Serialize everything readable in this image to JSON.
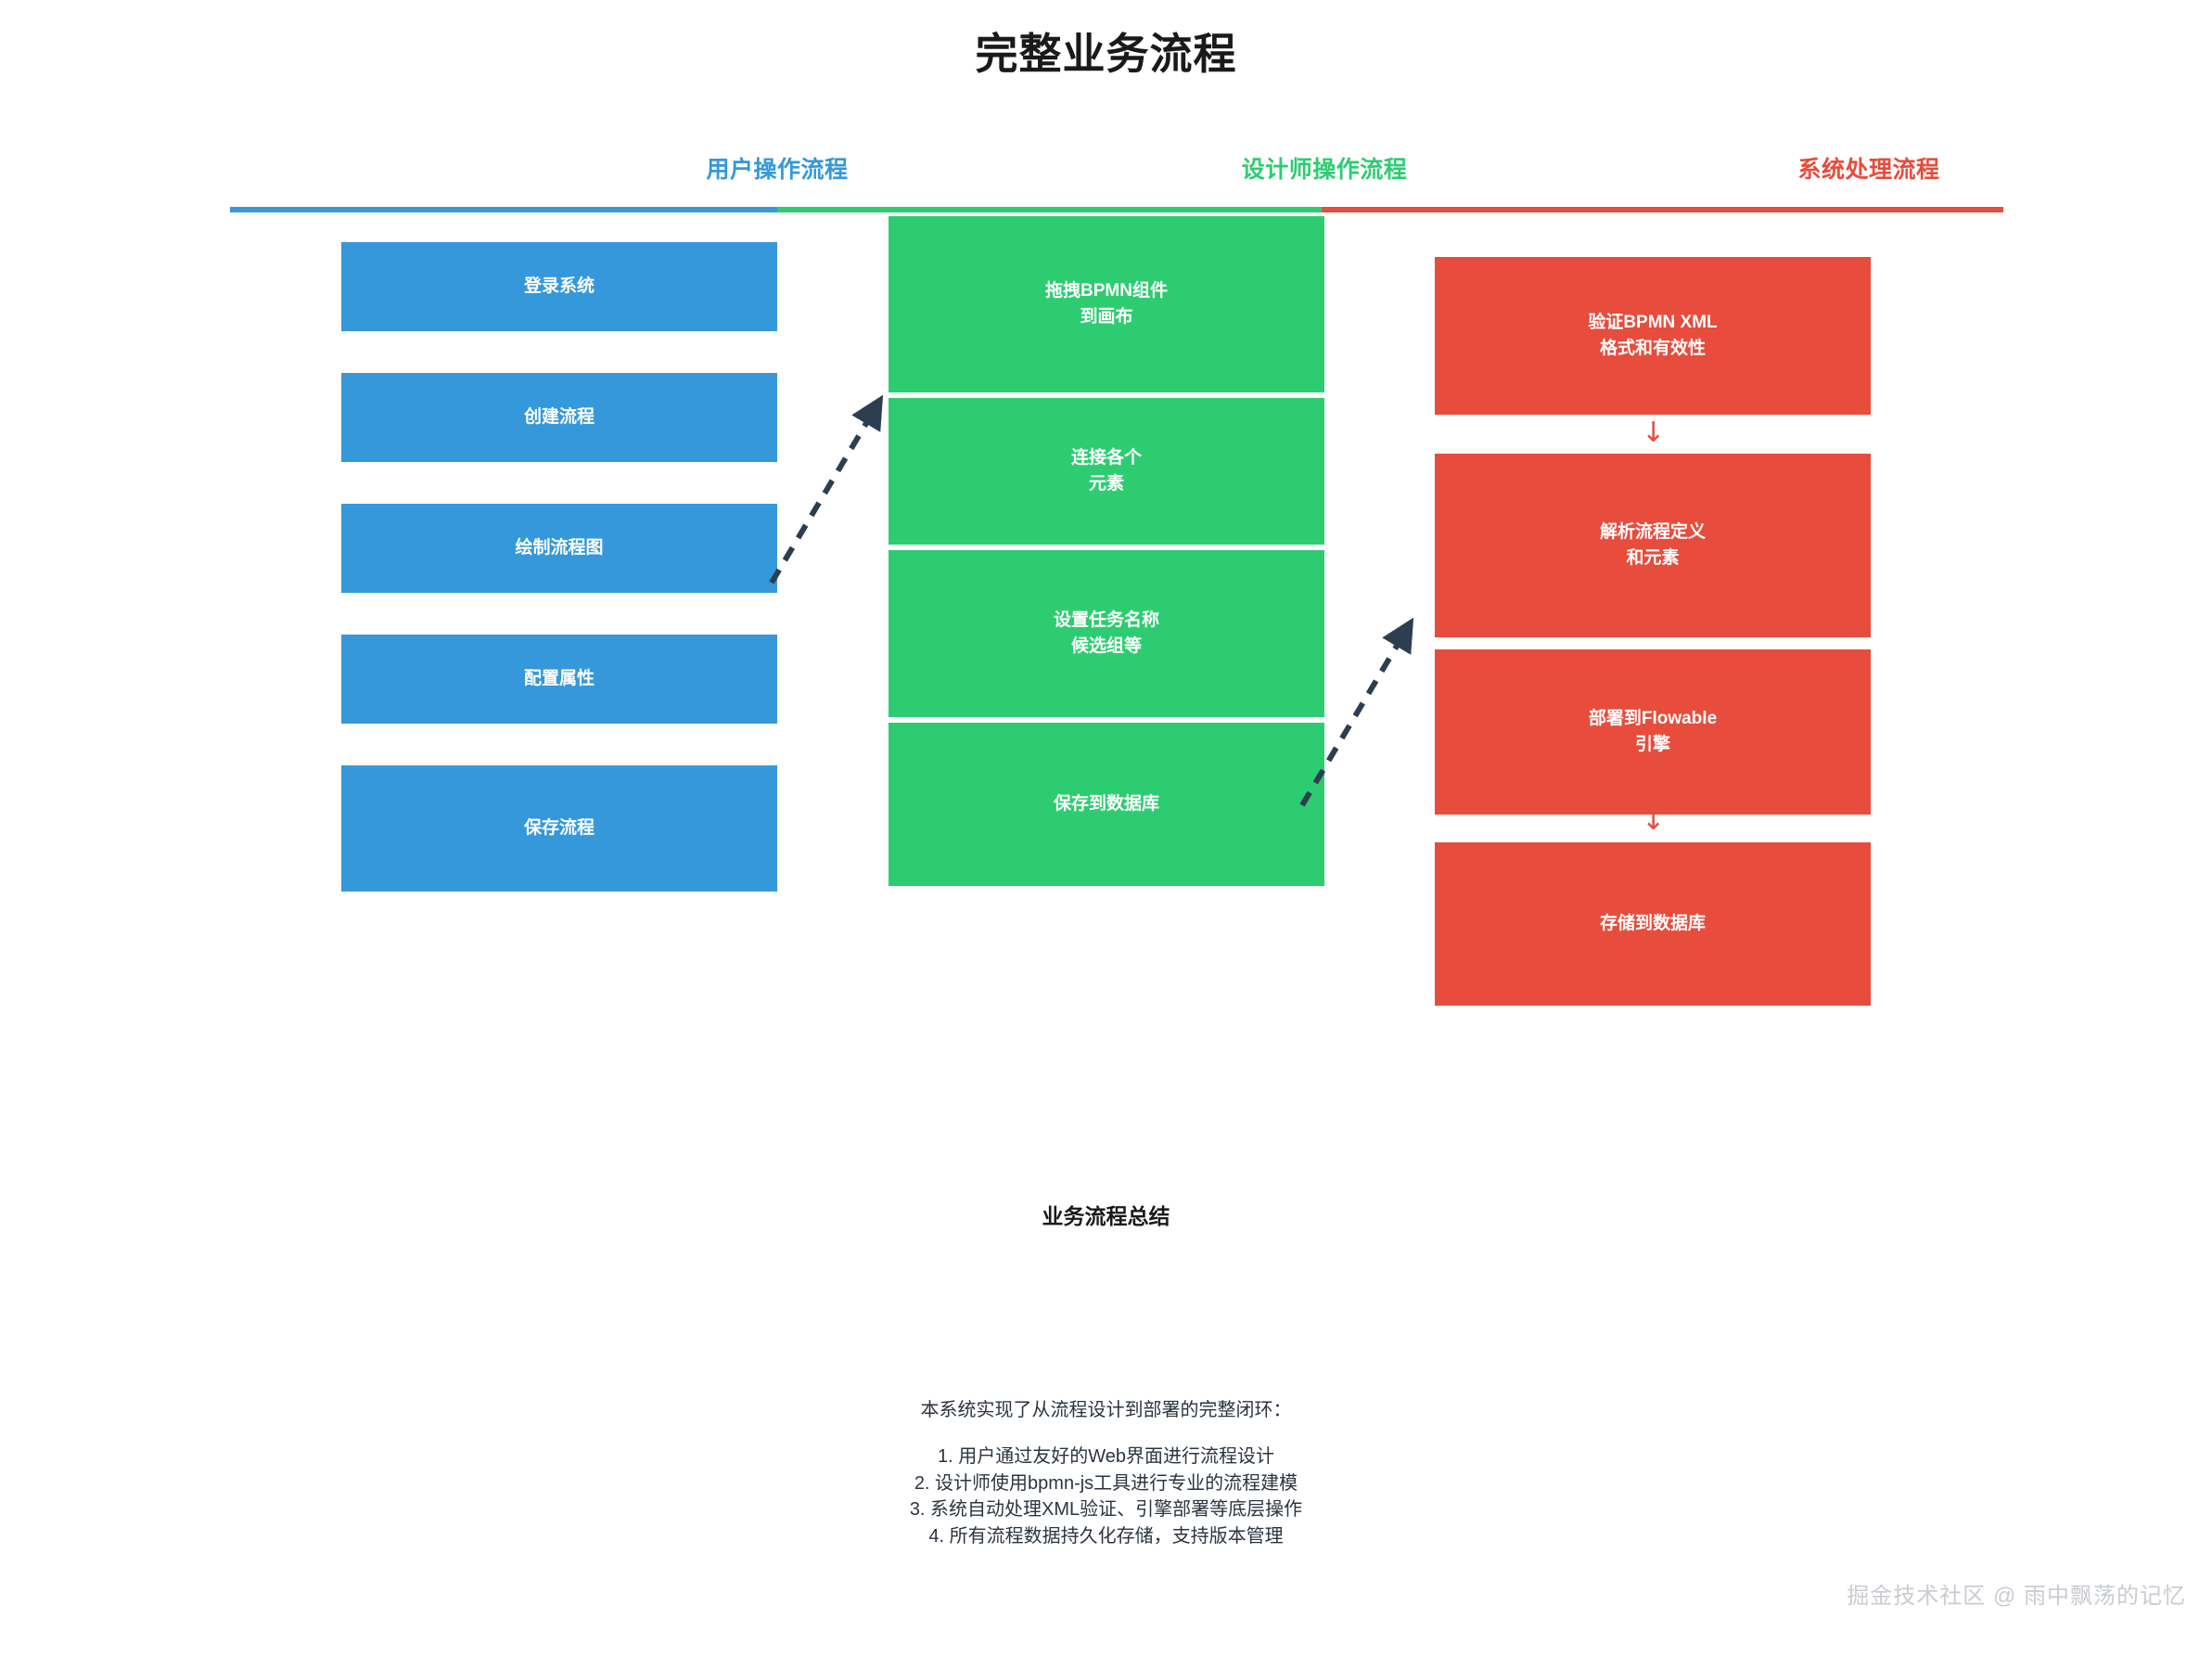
{
  "title": "完整业务流程",
  "columns": [
    {
      "header": "用户操作流程",
      "color": "#3498db",
      "boxes": [
        {
          "line1": "登录系统",
          "line2": ""
        },
        {
          "line1": "创建流程",
          "line2": ""
        },
        {
          "line1": "绘制流程图",
          "line2": ""
        },
        {
          "line1": "配置属性",
          "line2": ""
        },
        {
          "line1": "保存流程",
          "line2": ""
        }
      ]
    },
    {
      "header": "设计师操作流程",
      "color": "#2ecc71",
      "boxes": [
        {
          "line1": "拖拽BPMN组件",
          "line2": "到画布"
        },
        {
          "line1": "连接各个",
          "line2": "元素"
        },
        {
          "line1": "设置任务名称",
          "line2": "候选组等"
        },
        {
          "line1": "保存到数据库",
          "line2": ""
        }
      ]
    },
    {
      "header": "系统处理流程",
      "color": "#e74c3c",
      "boxes": [
        {
          "line1": "验证BPMN XML",
          "line2": "格式和有效性"
        },
        {
          "line1": "解析流程定义",
          "line2": "和元素"
        },
        {
          "line1": "部署到Flowable",
          "line2": "引擎"
        },
        {
          "line1": "存储到数据库",
          "line2": ""
        }
      ]
    }
  ],
  "arrows": {
    "down_glyph": "↓",
    "connector_1_name": "user-to-designer-connector",
    "connector_2_name": "designer-to-system-connector"
  },
  "summary": {
    "title": "业务流程总结",
    "lead": "本系统实现了从流程设计到部署的完整闭环：",
    "lines": [
      "1. 用户通过友好的Web界面进行流程设计",
      "2. 设计师使用bpmn-js工具进行专业的流程建模",
      "3. 系统自动处理XML验证、引擎部署等底层操作",
      "4. 所有流程数据持久化存储，支持版本管理"
    ]
  },
  "watermark": "掘金技术社区 @ 雨中飘荡的记忆"
}
